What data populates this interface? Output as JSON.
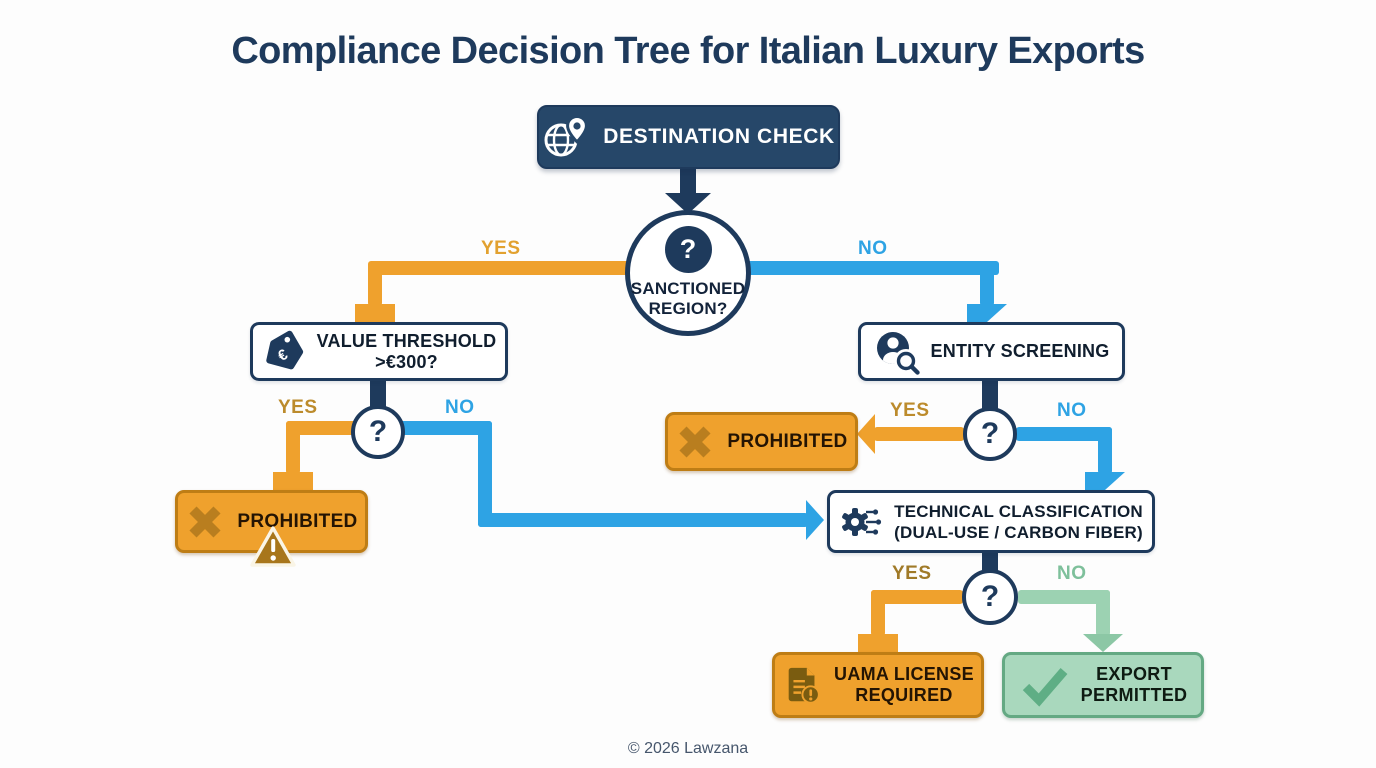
{
  "title": "Compliance Decision Tree for Italian Luxury Exports",
  "footer": "© 2026 Lawzana",
  "qmark": "?",
  "palette": {
    "navy": "#1e3a5c",
    "navyFill": "#264769",
    "ink": "#101e2e",
    "orange": "#efa12d",
    "orangeDark": "#be7d15",
    "orangeIcon": "#b97e1f",
    "blue": "#2ea3e4",
    "greenLine": "#9cd2b2",
    "greenArrow": "#8cc7a5",
    "greenBox": "#a9d8bd",
    "greenDark": "#64a983",
    "greenIcon": "#5fae85",
    "labelYesTop": "#e2a12f",
    "labelYesGold": "#bc8b2c",
    "labelYesDark": "#a07a28",
    "labelNoGreen": "#7ec09b",
    "boxTextDark": "#241403",
    "footerColor": "#46566c",
    "docIcon": "#7a5c10",
    "warnFill": "#a8761b"
  },
  "nodes": {
    "destination_check": {
      "label": "DESTINATION CHECK",
      "icon": "globe-pin-icon"
    },
    "sanctioned_region": {
      "line1": "SANCTIONED",
      "line2": "REGION?"
    },
    "value_threshold": {
      "line1": "VALUE THRESHOLD",
      "line2": ">€300?",
      "tag_symbol": "€",
      "icon": "price-tag-euro-icon"
    },
    "entity_screening": {
      "label": "ENTITY SCREENING",
      "icon": "person-search-icon"
    },
    "prohibited_left": {
      "label": "PROHIBITED",
      "icon": "x-icon"
    },
    "prohibited_right": {
      "label": "PROHIBITED",
      "icon": "x-icon"
    },
    "technical_classification": {
      "line1": "TECHNICAL CLASSIFICATION",
      "line2": "(DUAL-USE / CARBON FIBER)",
      "icon": "gear-circuit-icon"
    },
    "uama_license": {
      "line1": "UAMA LICENSE",
      "line2": "REQUIRED",
      "icon": "document-alert-icon"
    },
    "export_permitted": {
      "line1": "EXPORT",
      "line2": "PERMITTED",
      "icon": "check-icon"
    }
  },
  "edges": {
    "sanctioned_yes": "YES",
    "sanctioned_no": "NO",
    "value_yes": "YES",
    "value_no": "NO",
    "entity_yes": "YES",
    "entity_no": "NO",
    "tech_yes": "YES",
    "tech_no": "NO"
  }
}
